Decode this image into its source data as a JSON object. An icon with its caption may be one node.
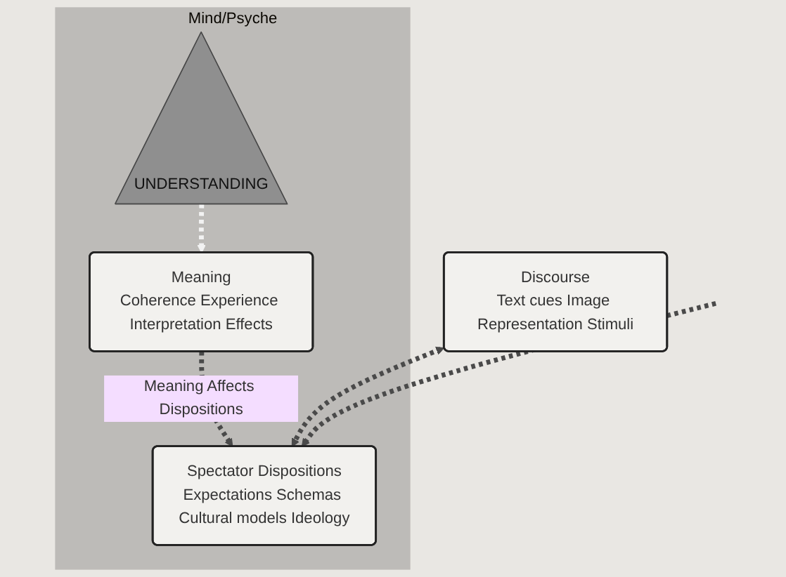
{
  "diagram": {
    "nodes": [
      {
        "text": [
          "Mind/Psyche"
        ]
      },
      {
        "text": [
          "Meaning",
          "Coherence Experience Interpretation Effects"
        ],
        "in": 0
      },
      {
        "text": [
          "UNDERSTANDING"
        ],
        "in": 0
      },
      {
        "text": [
          "Spectator Dispositions",
          "Expectations Schemas Cultural models Ideology"
        ],
        "in": 0
      },
      {
        "text": [
          "Discourse",
          "Text cues Image Representation Stimuli"
        ]
      }
    ],
    "edges": [
      {
        "from": 1,
        "to": 3,
        "arrow": "to",
        "label": "Meaning Affects Dispositions",
        "style": "dashed"
      },
      {
        "from": 2,
        "to": 1,
        "arrow": "to",
        "style": "dashed",
        "color": "#f2f2f2"
      },
      {
        "from": 4,
        "to": 3,
        "arrow": "both",
        "style": "dashed"
      },
      {
        "from": null,
        "to": 3,
        "arrow": "to",
        "style": "dashed"
      }
    ]
  }
}
